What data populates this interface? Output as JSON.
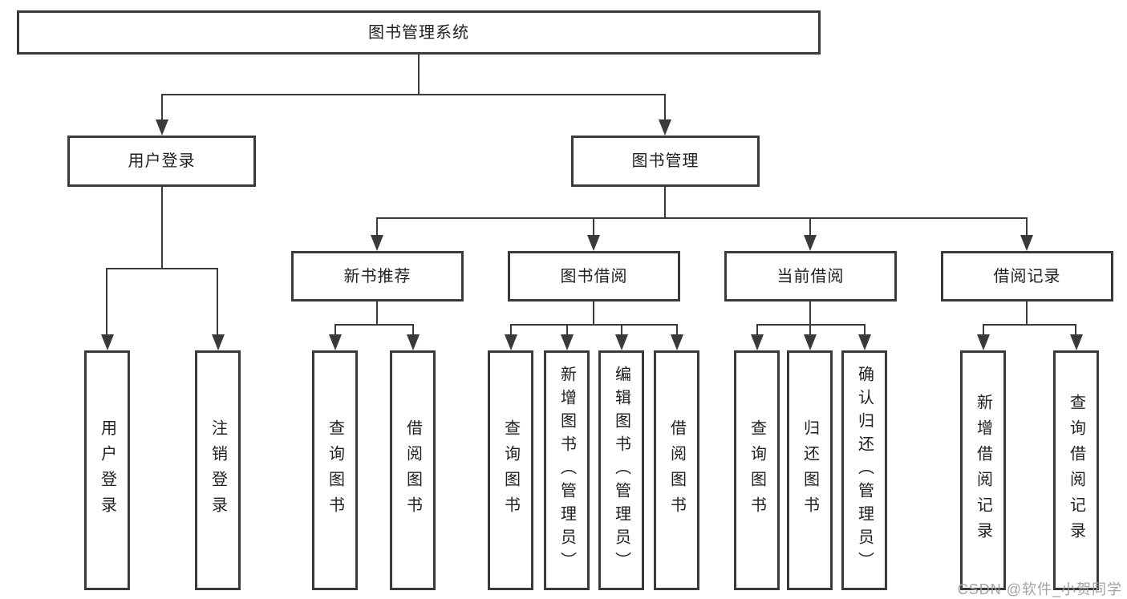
{
  "diagram": {
    "root_label": "图书管理系统",
    "level2": [
      {
        "label": "用户登录"
      },
      {
        "label": "图书管理"
      }
    ],
    "level3": [
      {
        "label": "新书推荐"
      },
      {
        "label": "图书借阅"
      },
      {
        "label": "当前借阅"
      },
      {
        "label": "借阅记录"
      }
    ],
    "leaves": [
      {
        "label": "用户登录"
      },
      {
        "label": "注销登录"
      },
      {
        "label": "查询图书"
      },
      {
        "label": "借阅图书"
      },
      {
        "label": "查询图书"
      },
      {
        "label": "新增图书（管理员）"
      },
      {
        "label": "编辑图书（管理员）"
      },
      {
        "label": "借阅图书"
      },
      {
        "label": "查询图书"
      },
      {
        "label": "归还图书"
      },
      {
        "label": "确认归还（管理员）"
      },
      {
        "label": "新增借阅记录"
      },
      {
        "label": "查询借阅记录"
      }
    ],
    "watermark": "CSDN @软件_小贺同学",
    "colors": {
      "line": "#3a3a3a",
      "text": "#1f1f1f",
      "watermark": "#9b9ba1",
      "background": "#ffffff"
    }
  }
}
